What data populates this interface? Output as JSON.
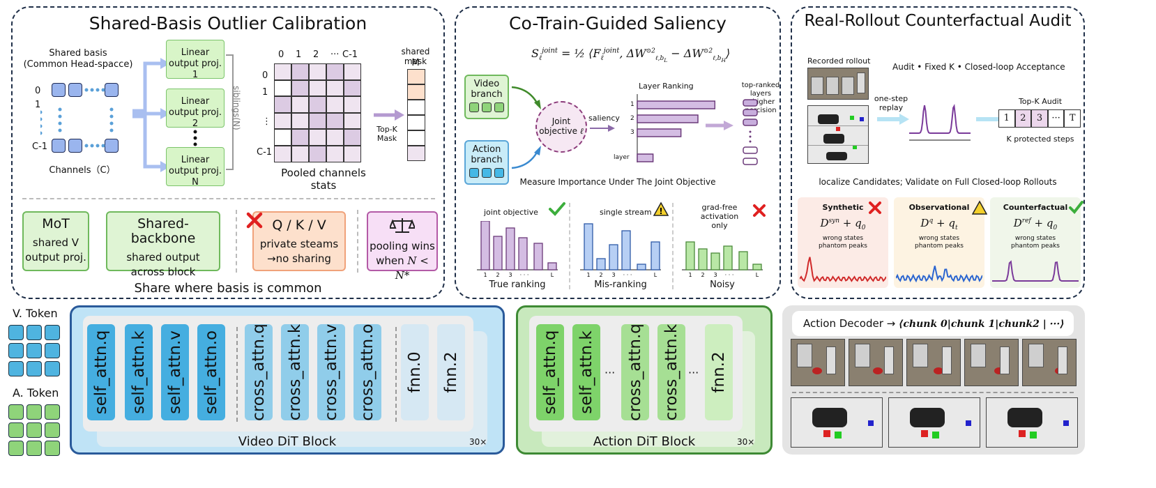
{
  "panels": {
    "p1": {
      "title": "Shared-Basis Outlier Calibration",
      "basis_label_1": "Shared basis",
      "basis_label_2": "(Common Head-spacce)",
      "row_0": "0",
      "row_1": "1",
      "row_c": "C-1",
      "channels_label": "Channels（C）",
      "proj_1": [
        "Linear",
        "output proj. 1"
      ],
      "proj_2": [
        "Linear",
        "output proj. 2"
      ],
      "proj_n": [
        "Linear",
        "output proj. N"
      ],
      "siblings": "siblings(N)",
      "grid_cols": [
        "0",
        "1",
        "2",
        "···",
        "C-1"
      ],
      "grid_rows": [
        "0",
        "1",
        "⋮",
        "C-1"
      ],
      "grid_caption": "Pooled channels stats",
      "topk": [
        "Top-K",
        "Mask"
      ],
      "mask_title": "shared mask",
      "mask_letter": "M",
      "boxes": {
        "mot": {
          "title": "MoT",
          "line1": "shared V",
          "line2": "output proj."
        },
        "backbone": {
          "title": "Shared-backbone",
          "line1": "shared output",
          "line2": "across block"
        },
        "qkv": {
          "title": "Q / K / V",
          "line1": "private steams",
          "line2": "→no sharing"
        },
        "pool": {
          "line1": "pooling wins",
          "line2": "when"
        }
      },
      "footer": "Share where basis is common"
    },
    "p2": {
      "title": "Co-Train-Guided Saliency",
      "video_branch": [
        "Video",
        "branch"
      ],
      "action_branch": [
        "Action",
        "branch"
      ],
      "joint": [
        "Joint",
        "objective"
      ],
      "saliency": "saliency",
      "ranking_title": "Layer Ranking",
      "rank_labels": [
        "1",
        "2",
        "3",
        "layer"
      ],
      "toprank": [
        "top-ranked layers",
        "→higher percision"
      ],
      "measure": "Measure Importance Under The Joint Objective",
      "charts": [
        {
          "head": "joint objective",
          "caption": "True ranking"
        },
        {
          "head": "single stream",
          "caption": "Mis-ranking"
        },
        {
          "head": "grad-free",
          "head2": "activation only",
          "caption": "Noisy"
        }
      ],
      "xticks": [
        "1",
        "2",
        "3",
        "· · ·",
        "L"
      ]
    },
    "p3": {
      "title": "Real-Rollout Counterfactual Audit",
      "recorded": "Recorded rollout",
      "audit_line": "Audit • Fixed K • Closed-loop Acceptance",
      "onestep": [
        "one-step",
        "replay"
      ],
      "topk_audit": "Top-K Audit",
      "audit_cells": [
        "1",
        "2",
        "3",
        "···",
        "T"
      ],
      "protected": "K protected steps",
      "localize": "localize Candidates; Validate on Full Closed-loop Rollouts",
      "cards": [
        {
          "title": "Synthetic",
          "formula_a": "D",
          "sup": "syn",
          "formula_b": " + q",
          "sub": "0",
          "l1": "wrong states",
          "l2": "phantom peaks"
        },
        {
          "title": "Observational",
          "formula_a": "D",
          "sup": "q",
          "formula_b": " + q",
          "sub": "t",
          "l1": "wrong states",
          "l2": "phantom peaks"
        },
        {
          "title": "Counterfactual",
          "formula_a": "D",
          "sup": "ref",
          "formula_b": " + q",
          "sub": "0",
          "l1": "wrong states",
          "l2": "phantom peaks"
        }
      ]
    }
  },
  "bottom": {
    "v_token": "V. Token",
    "a_token": "A. Token",
    "video_block": {
      "label": "Video DiT Block",
      "repeat": "30×",
      "layers": [
        "self_attn.q",
        "self_attn.k",
        "self_attn.v",
        "self_attn.o",
        "cross_attn.q",
        "cross_attn.k",
        "cross_attn.v",
        "cross_attn.o",
        "fnn.0",
        "fnn.2"
      ]
    },
    "action_block": {
      "label": "Action DiT Block",
      "repeat": "30×",
      "layers": [
        "self_attn.q",
        "self_attn.k",
        "cross_attn.q",
        "cross_attn.k",
        "fnn.2"
      ],
      "ellipsis": "···"
    },
    "decoder": {
      "prefix": "Action Decoder →",
      "chunks": "⟨chunk 0|chunk 1|chunk2 | ···⟩"
    }
  },
  "colors": {
    "border": "#1f2f48",
    "green": "#dff4d4",
    "blue": "#bde3f7",
    "purple": "#d9c8e3"
  }
}
